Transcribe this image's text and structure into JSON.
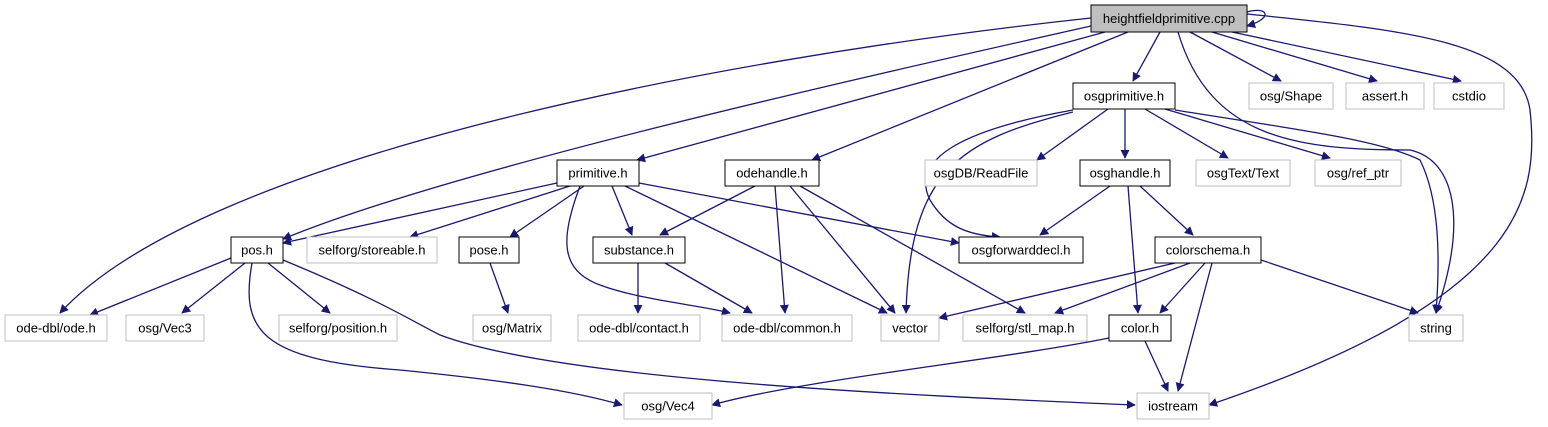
{
  "colors": {
    "edge": "#191970",
    "root_fill": "#bfbfbf",
    "local_border": "#000000",
    "external_border": "#bfbfbf",
    "text": "#000000"
  },
  "nodes": [
    {
      "id": "heightfieldprimitive_cpp",
      "label": "heightfieldprimitive.cpp",
      "kind": "root"
    },
    {
      "id": "osgprimitive_h",
      "label": "osgprimitive.h",
      "kind": "local"
    },
    {
      "id": "osg_shape",
      "label": "osg/Shape",
      "kind": "external"
    },
    {
      "id": "assert_h",
      "label": "assert.h",
      "kind": "external"
    },
    {
      "id": "cstdio",
      "label": "cstdio",
      "kind": "external"
    },
    {
      "id": "primitive_h",
      "label": "primitive.h",
      "kind": "local"
    },
    {
      "id": "odehandle_h",
      "label": "odehandle.h",
      "kind": "local"
    },
    {
      "id": "osgdb_readfile",
      "label": "osgDB/ReadFile",
      "kind": "external"
    },
    {
      "id": "osghandle_h",
      "label": "osghandle.h",
      "kind": "local"
    },
    {
      "id": "osgtext_text",
      "label": "osgText/Text",
      "kind": "external"
    },
    {
      "id": "osg_ref_ptr",
      "label": "osg/ref_ptr",
      "kind": "external"
    },
    {
      "id": "pos_h",
      "label": "pos.h",
      "kind": "local"
    },
    {
      "id": "selforg_storeable_h",
      "label": "selforg/storeable.h",
      "kind": "external"
    },
    {
      "id": "pose_h",
      "label": "pose.h",
      "kind": "local"
    },
    {
      "id": "substance_h",
      "label": "substance.h",
      "kind": "local"
    },
    {
      "id": "osgforwarddecl_h",
      "label": "osgforwarddecl.h",
      "kind": "local"
    },
    {
      "id": "colorschema_h",
      "label": "colorschema.h",
      "kind": "local"
    },
    {
      "id": "ode_dbl_ode_h",
      "label": "ode-dbl/ode.h",
      "kind": "external"
    },
    {
      "id": "osg_vec3",
      "label": "osg/Vec3",
      "kind": "external"
    },
    {
      "id": "selforg_position_h",
      "label": "selforg/position.h",
      "kind": "external"
    },
    {
      "id": "osg_matrix",
      "label": "osg/Matrix",
      "kind": "external"
    },
    {
      "id": "ode_dbl_contact_h",
      "label": "ode-dbl/contact.h",
      "kind": "external"
    },
    {
      "id": "ode_dbl_common_h",
      "label": "ode-dbl/common.h",
      "kind": "external"
    },
    {
      "id": "vector",
      "label": "vector",
      "kind": "external"
    },
    {
      "id": "selforg_stl_map_h",
      "label": "selforg/stl_map.h",
      "kind": "external"
    },
    {
      "id": "color_h",
      "label": "color.h",
      "kind": "local"
    },
    {
      "id": "string",
      "label": "string",
      "kind": "external"
    },
    {
      "id": "osg_vec4",
      "label": "osg/Vec4",
      "kind": "external"
    },
    {
      "id": "iostream",
      "label": "iostream",
      "kind": "external"
    }
  ],
  "edges": [
    {
      "from": "heightfieldprimitive_cpp",
      "to": "heightfieldprimitive_cpp"
    },
    {
      "from": "heightfieldprimitive_cpp",
      "to": "osgprimitive_h"
    },
    {
      "from": "heightfieldprimitive_cpp",
      "to": "osg_shape"
    },
    {
      "from": "heightfieldprimitive_cpp",
      "to": "assert_h"
    },
    {
      "from": "heightfieldprimitive_cpp",
      "to": "cstdio"
    },
    {
      "from": "heightfieldprimitive_cpp",
      "to": "primitive_h"
    },
    {
      "from": "heightfieldprimitive_cpp",
      "to": "odehandle_h"
    },
    {
      "from": "heightfieldprimitive_cpp",
      "to": "pos_h"
    },
    {
      "from": "heightfieldprimitive_cpp",
      "to": "ode_dbl_ode_h"
    },
    {
      "from": "heightfieldprimitive_cpp",
      "to": "string"
    },
    {
      "from": "heightfieldprimitive_cpp",
      "to": "iostream"
    },
    {
      "from": "osgprimitive_h",
      "to": "osgdb_readfile"
    },
    {
      "from": "osgprimitive_h",
      "to": "osghandle_h"
    },
    {
      "from": "osgprimitive_h",
      "to": "osgtext_text"
    },
    {
      "from": "osgprimitive_h",
      "to": "osg_ref_ptr"
    },
    {
      "from": "osgprimitive_h",
      "to": "osgforwarddecl_h"
    },
    {
      "from": "osgprimitive_h",
      "to": "vector"
    },
    {
      "from": "osgprimitive_h",
      "to": "string"
    },
    {
      "from": "primitive_h",
      "to": "pos_h"
    },
    {
      "from": "primitive_h",
      "to": "selforg_storeable_h"
    },
    {
      "from": "primitive_h",
      "to": "pose_h"
    },
    {
      "from": "primitive_h",
      "to": "substance_h"
    },
    {
      "from": "primitive_h",
      "to": "osgforwarddecl_h"
    },
    {
      "from": "primitive_h",
      "to": "ode_dbl_common_h"
    },
    {
      "from": "primitive_h",
      "to": "vector"
    },
    {
      "from": "odehandle_h",
      "to": "substance_h"
    },
    {
      "from": "odehandle_h",
      "to": "ode_dbl_common_h"
    },
    {
      "from": "odehandle_h",
      "to": "vector"
    },
    {
      "from": "odehandle_h",
      "to": "selforg_stl_map_h"
    },
    {
      "from": "osghandle_h",
      "to": "osgforwarddecl_h"
    },
    {
      "from": "osghandle_h",
      "to": "colorschema_h"
    },
    {
      "from": "osghandle_h",
      "to": "color_h"
    },
    {
      "from": "pos_h",
      "to": "ode_dbl_ode_h"
    },
    {
      "from": "pos_h",
      "to": "osg_vec3"
    },
    {
      "from": "pos_h",
      "to": "selforg_position_h"
    },
    {
      "from": "pos_h",
      "to": "osg_vec4"
    },
    {
      "from": "pos_h",
      "to": "iostream"
    },
    {
      "from": "pose_h",
      "to": "osg_matrix"
    },
    {
      "from": "substance_h",
      "to": "ode_dbl_contact_h"
    },
    {
      "from": "substance_h",
      "to": "ode_dbl_common_h"
    },
    {
      "from": "colorschema_h",
      "to": "vector"
    },
    {
      "from": "colorschema_h",
      "to": "selforg_stl_map_h"
    },
    {
      "from": "colorschema_h",
      "to": "color_h"
    },
    {
      "from": "colorschema_h",
      "to": "string"
    },
    {
      "from": "colorschema_h",
      "to": "iostream"
    },
    {
      "from": "color_h",
      "to": "osg_vec4"
    },
    {
      "from": "color_h",
      "to": "iostream"
    }
  ]
}
